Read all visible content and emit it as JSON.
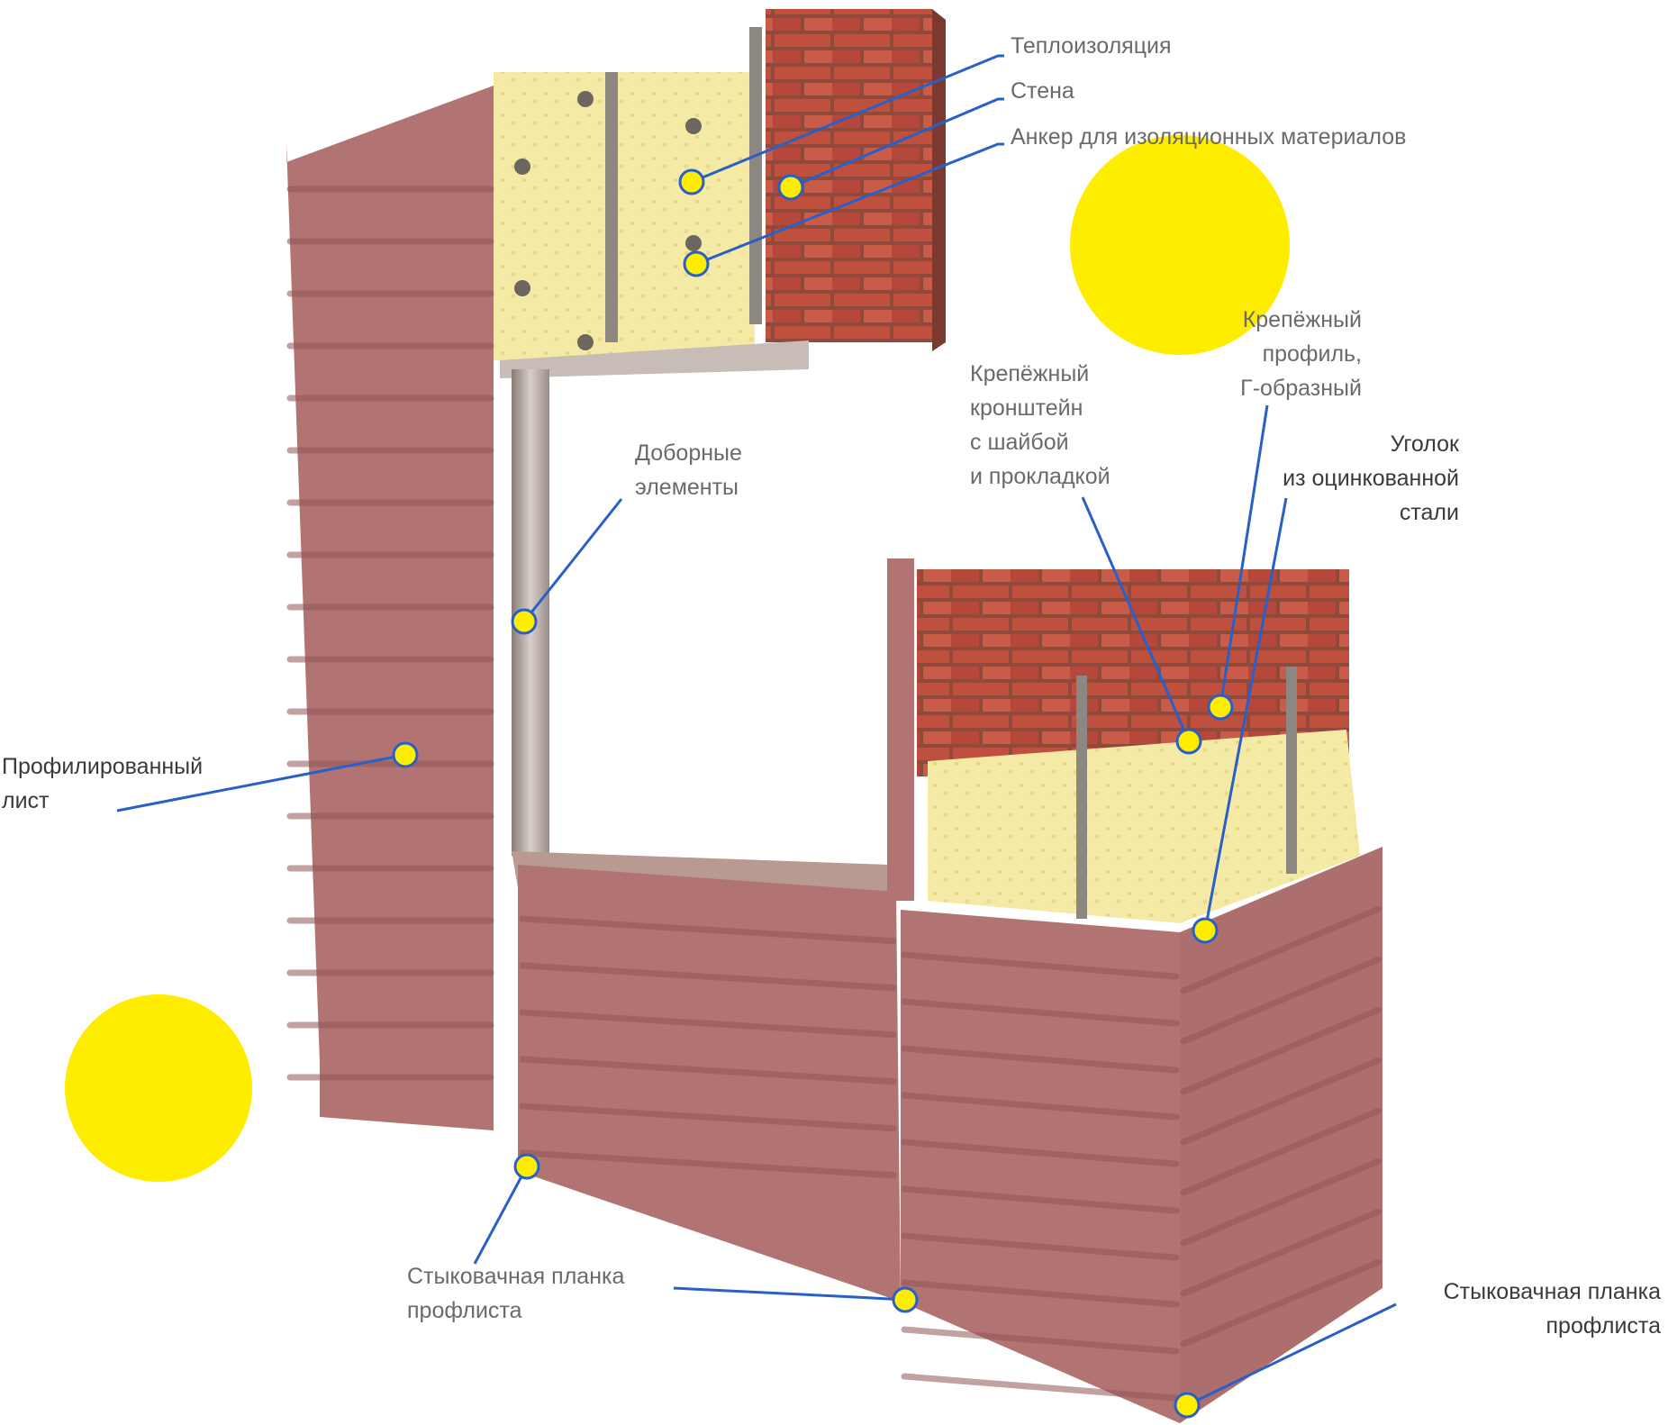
{
  "labels": {
    "insulation": "Теплоизоляция",
    "wall": "Стена",
    "anchor": "Анкер для изоляционных материалов",
    "extra_elements": [
      "Доборные",
      "элементы"
    ],
    "profiled_sheet": [
      "Профилированный",
      "лист"
    ],
    "bracket": [
      "Крепёжный",
      "кронштейн",
      "с шайбой",
      "и прокладкой"
    ],
    "fixing_profile": [
      "Крепёжный",
      "профиль,",
      "Г-образный"
    ],
    "corner": [
      "Уголок",
      "из оцинкованной",
      "стали"
    ],
    "joint_strip_center": [
      "Стыковачная планка",
      "профлиста"
    ],
    "joint_strip_right": [
      "Стыковачная планка",
      "профлиста"
    ]
  },
  "colors": {
    "sheet": "#b27373",
    "sheet_dark": "#925656",
    "brick": "#b84a3a",
    "insulation": "#f3e7a0",
    "marker": "#ffed00",
    "leader": "#2860c8"
  }
}
